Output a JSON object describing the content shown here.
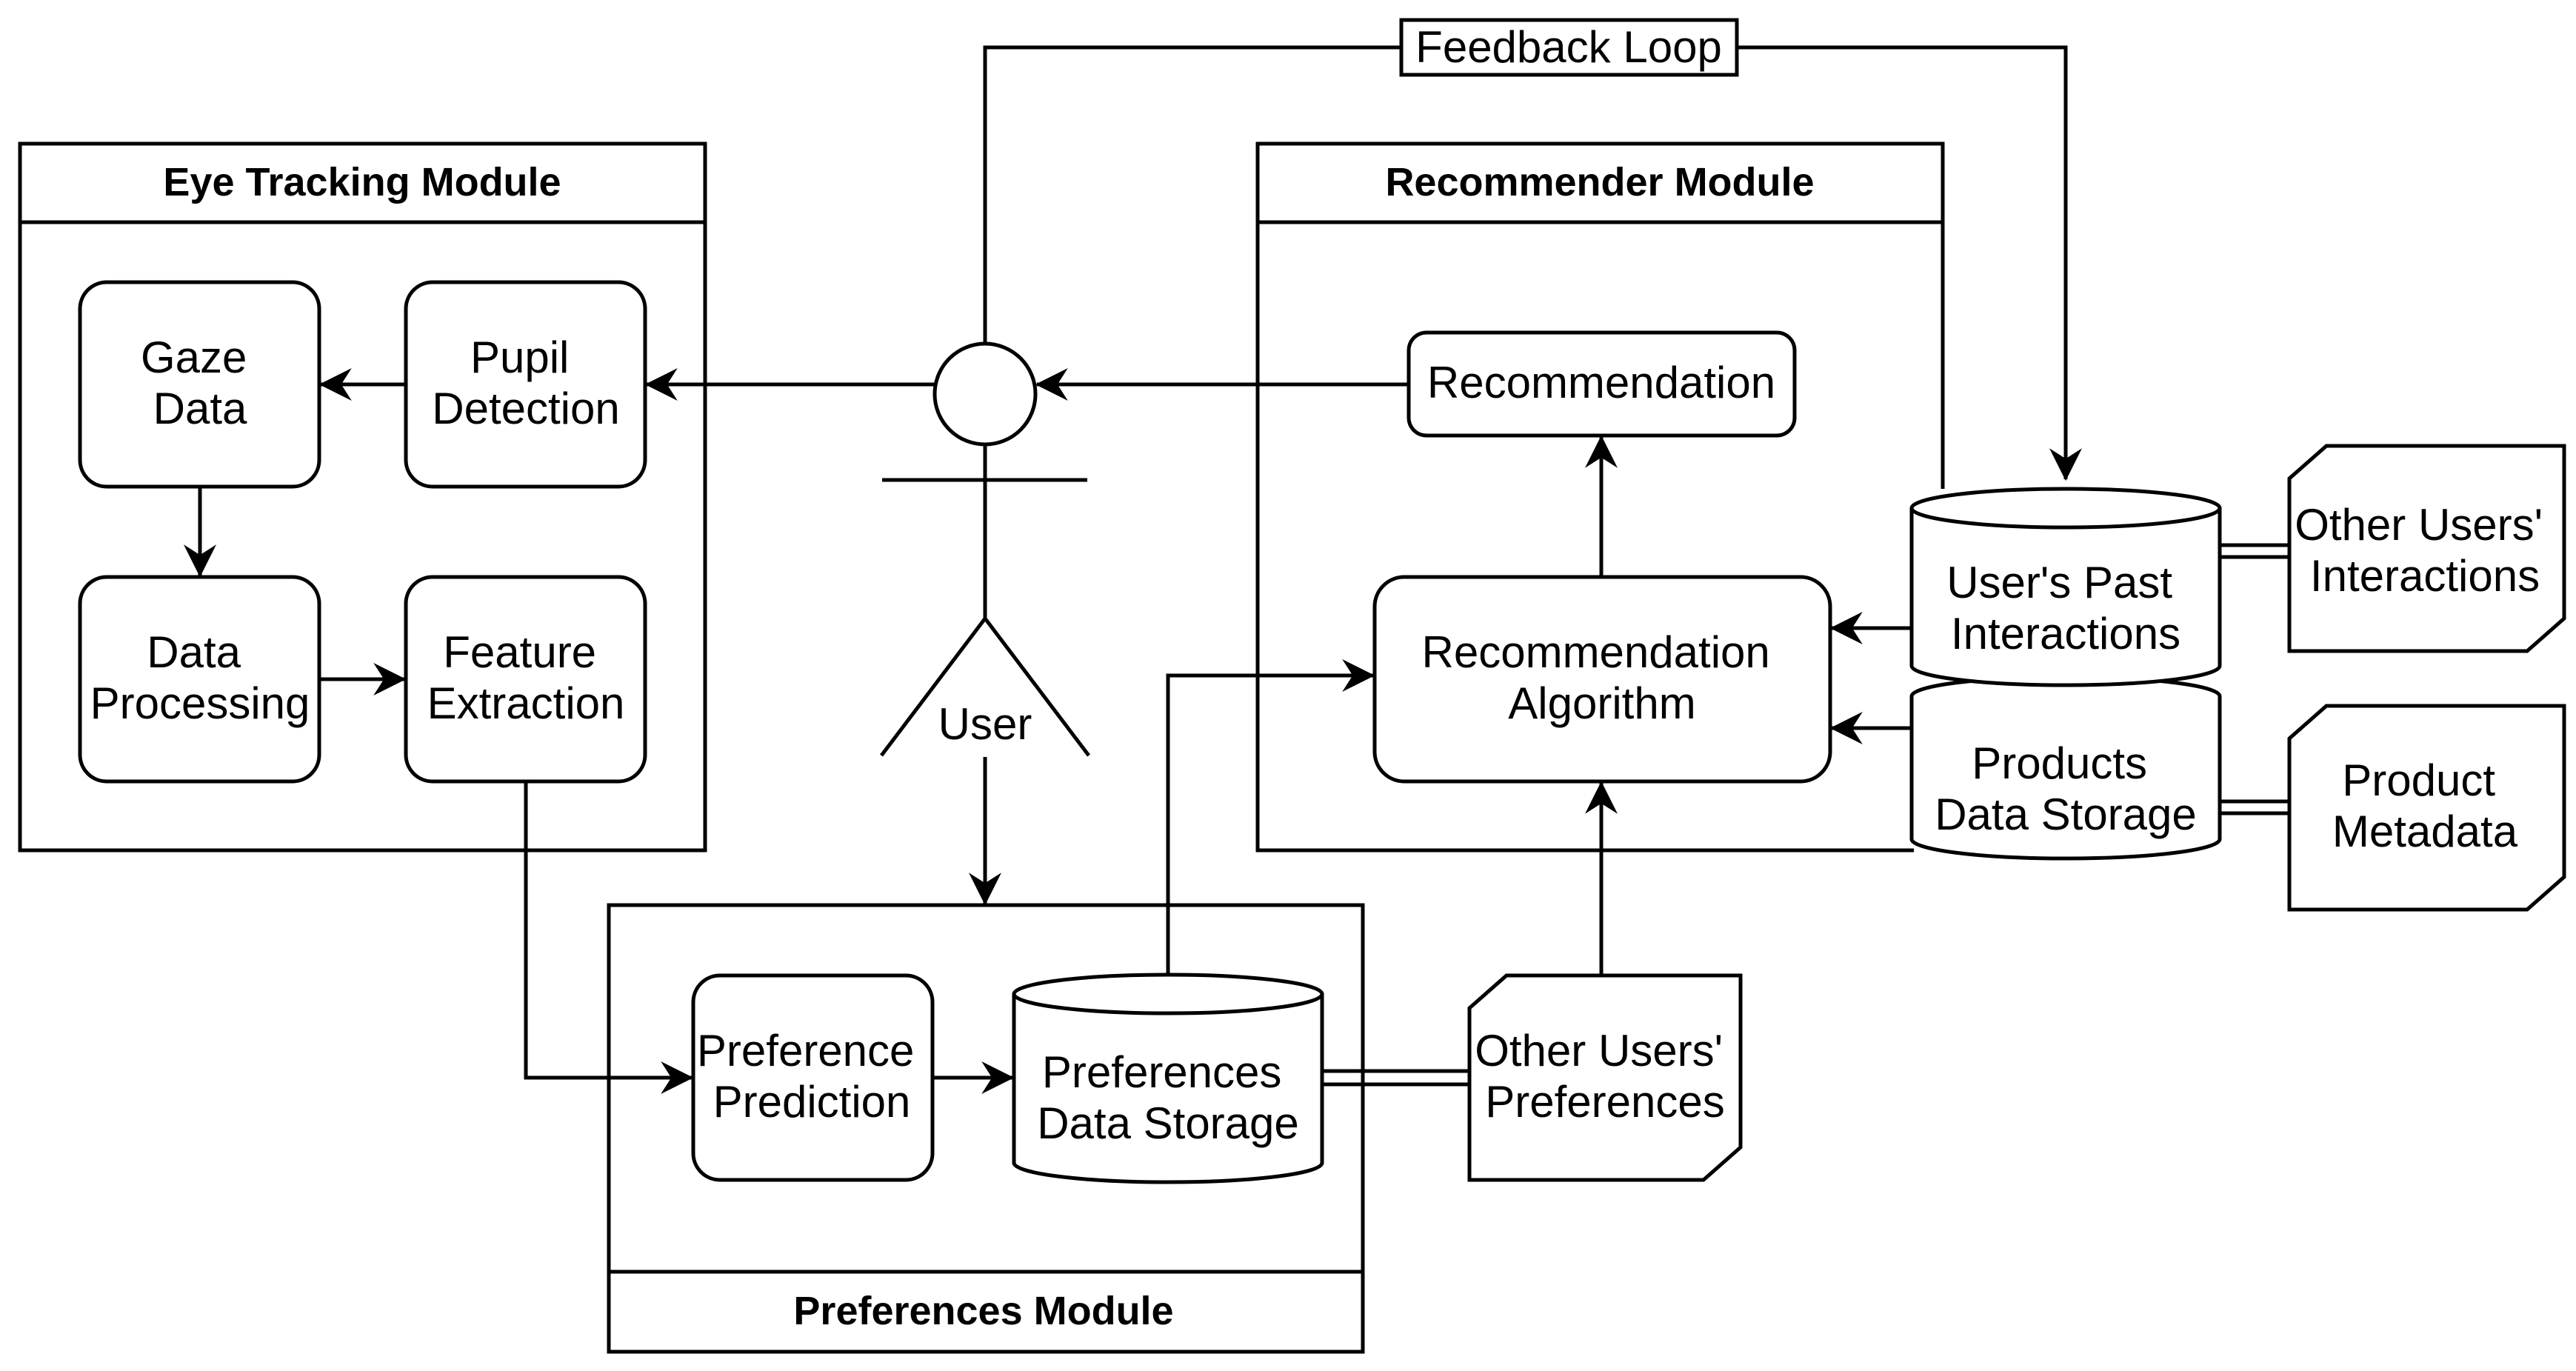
{
  "modules": {
    "eye_tracking": "Eye Tracking Module",
    "recommender": "Recommender Module",
    "preferences": "Preferences Module"
  },
  "nodes": {
    "gaze_data": [
      "Gaze",
      "Data"
    ],
    "pupil_detection": [
      "Pupil",
      "Detection"
    ],
    "data_processing": [
      "Data",
      "Processing"
    ],
    "feature_extraction": [
      "Feature",
      "Extraction"
    ],
    "recommendation": "Recommendation",
    "recommendation_algorithm": [
      "Recommendation",
      "Algorithm"
    ],
    "users_past_interactions": [
      "User's Past",
      "Interactions"
    ],
    "products_data_storage": [
      "Products",
      "Data Storage"
    ],
    "other_users_interactions": [
      "Other Users'",
      "Interactions"
    ],
    "product_metadata": [
      "Product",
      "Metadata"
    ],
    "preference_prediction": [
      "Preference",
      "Prediction"
    ],
    "preferences_data_storage": [
      "Preferences",
      "Data Storage"
    ],
    "other_users_preferences": [
      "Other Users'",
      "Preferences"
    ]
  },
  "actor": {
    "label": "User"
  },
  "feedback_loop": "Feedback Loop"
}
